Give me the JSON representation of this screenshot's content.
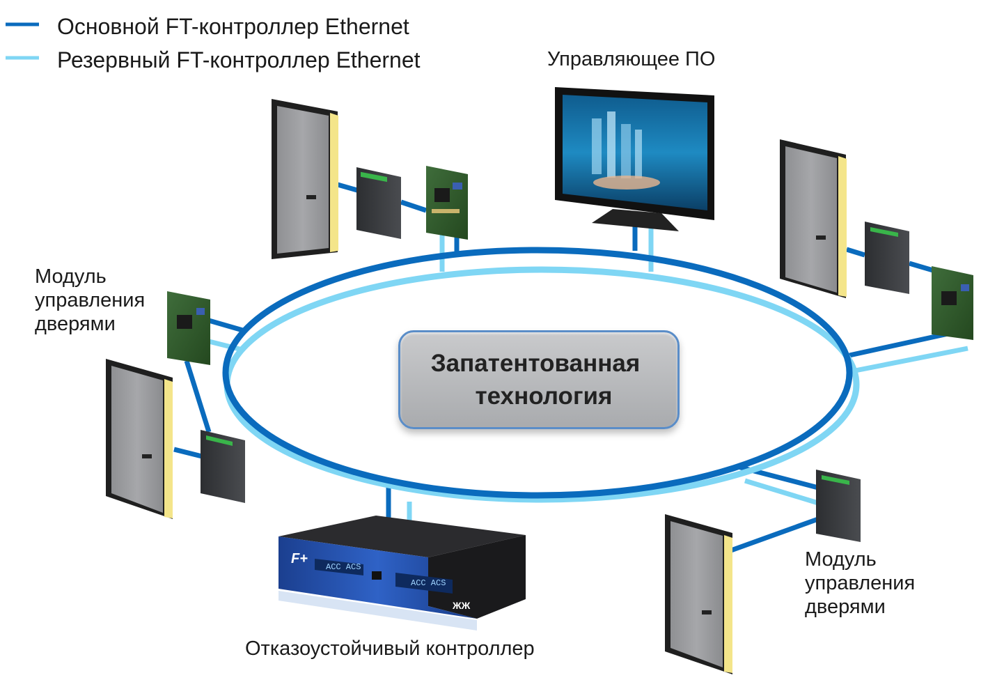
{
  "legend": {
    "primary": {
      "label": "Основной FT-контроллер Ethernet",
      "color": "#0a6bbd"
    },
    "backup": {
      "label": "Резервный FT-контроллер Ethernet",
      "color": "#7fd6f4"
    }
  },
  "labels": {
    "software": "Управляющее ПО",
    "door_module_left": [
      "Модуль",
      "управления",
      "дверями"
    ],
    "door_module_right": [
      "Модуль",
      "управления",
      "дверями"
    ],
    "controller": "Отказоустойчивый контроллер"
  },
  "center": {
    "line1": "Запатентованная",
    "line2": "технология"
  },
  "rack": {
    "logo": "F+",
    "display_1": "ACC ACS",
    "display_2": "ACC ACS",
    "brand": "ЖЖ"
  }
}
